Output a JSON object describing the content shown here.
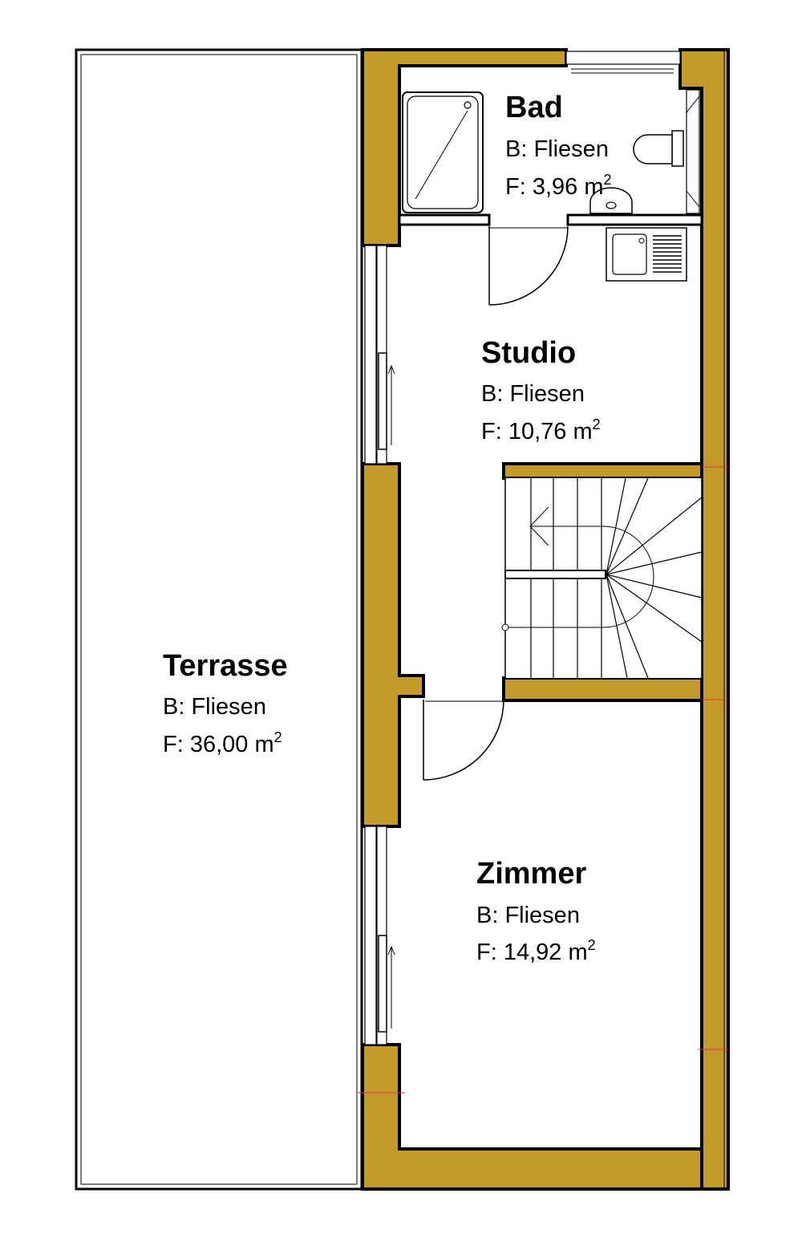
{
  "rooms": {
    "bad": {
      "name": "Bad",
      "floor": "B: Fliesen",
      "area": "F: 3,96 m",
      "area_sup": "2"
    },
    "studio": {
      "name": "Studio",
      "floor": "B: Fliesen",
      "area": "F: 10,76 m",
      "area_sup": "2"
    },
    "terrasse": {
      "name": "Terrasse",
      "floor": "B: Fliesen",
      "area": "F: 36,00 m",
      "area_sup": "2"
    },
    "zimmer": {
      "name": "Zimmer",
      "floor": "B: Fliesen",
      "area": "F: 14,92 m",
      "area_sup": "2"
    }
  },
  "colors": {
    "wall": "#c49a2c",
    "line": "#000000",
    "background": "#ffffff"
  }
}
